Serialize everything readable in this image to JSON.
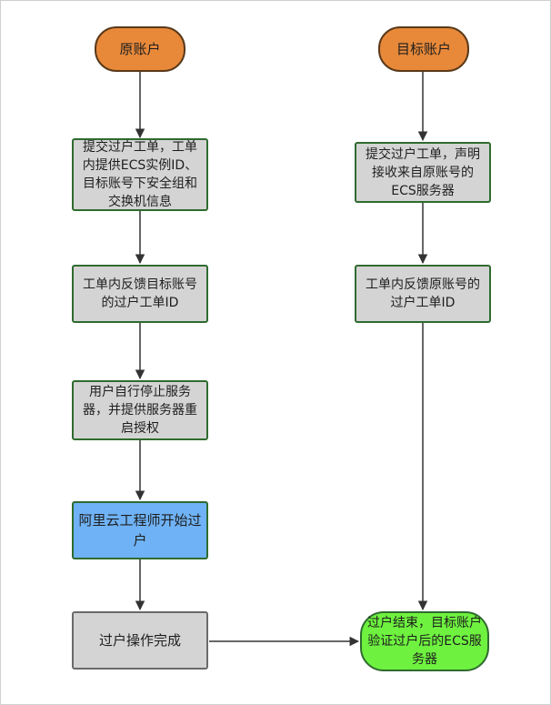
{
  "nodes": {
    "source_account": "原账户",
    "target_account": "目标账户",
    "submit_ticket_source": "提交过户工单，工单内提供ECS实例ID、目标账号下安全组和交换机信息",
    "feedback_target_ticket_id": "工单内反馈目标账号的过户工单ID",
    "stop_server_authorize": "用户自行停止服务器，并提供服务器重启授权",
    "engineer_start_transfer": "阿里云工程师开始过户",
    "transfer_complete": "过户操作完成",
    "submit_ticket_target": "提交过户工单，声明接收来自原账号的ECS服务器",
    "feedback_source_ticket_id": "工单内反馈原账号的过户工单ID",
    "transfer_end_verify": "过户结束，目标账户验证过户后的ECS服务器"
  },
  "colors": {
    "start_fill": "#e8893a",
    "process_fill": "#d4d4d4",
    "highlight_fill": "#6fb2f5",
    "end_fill": "#6ef23f",
    "border_green": "#2f6b2f",
    "edge": "#333333"
  }
}
